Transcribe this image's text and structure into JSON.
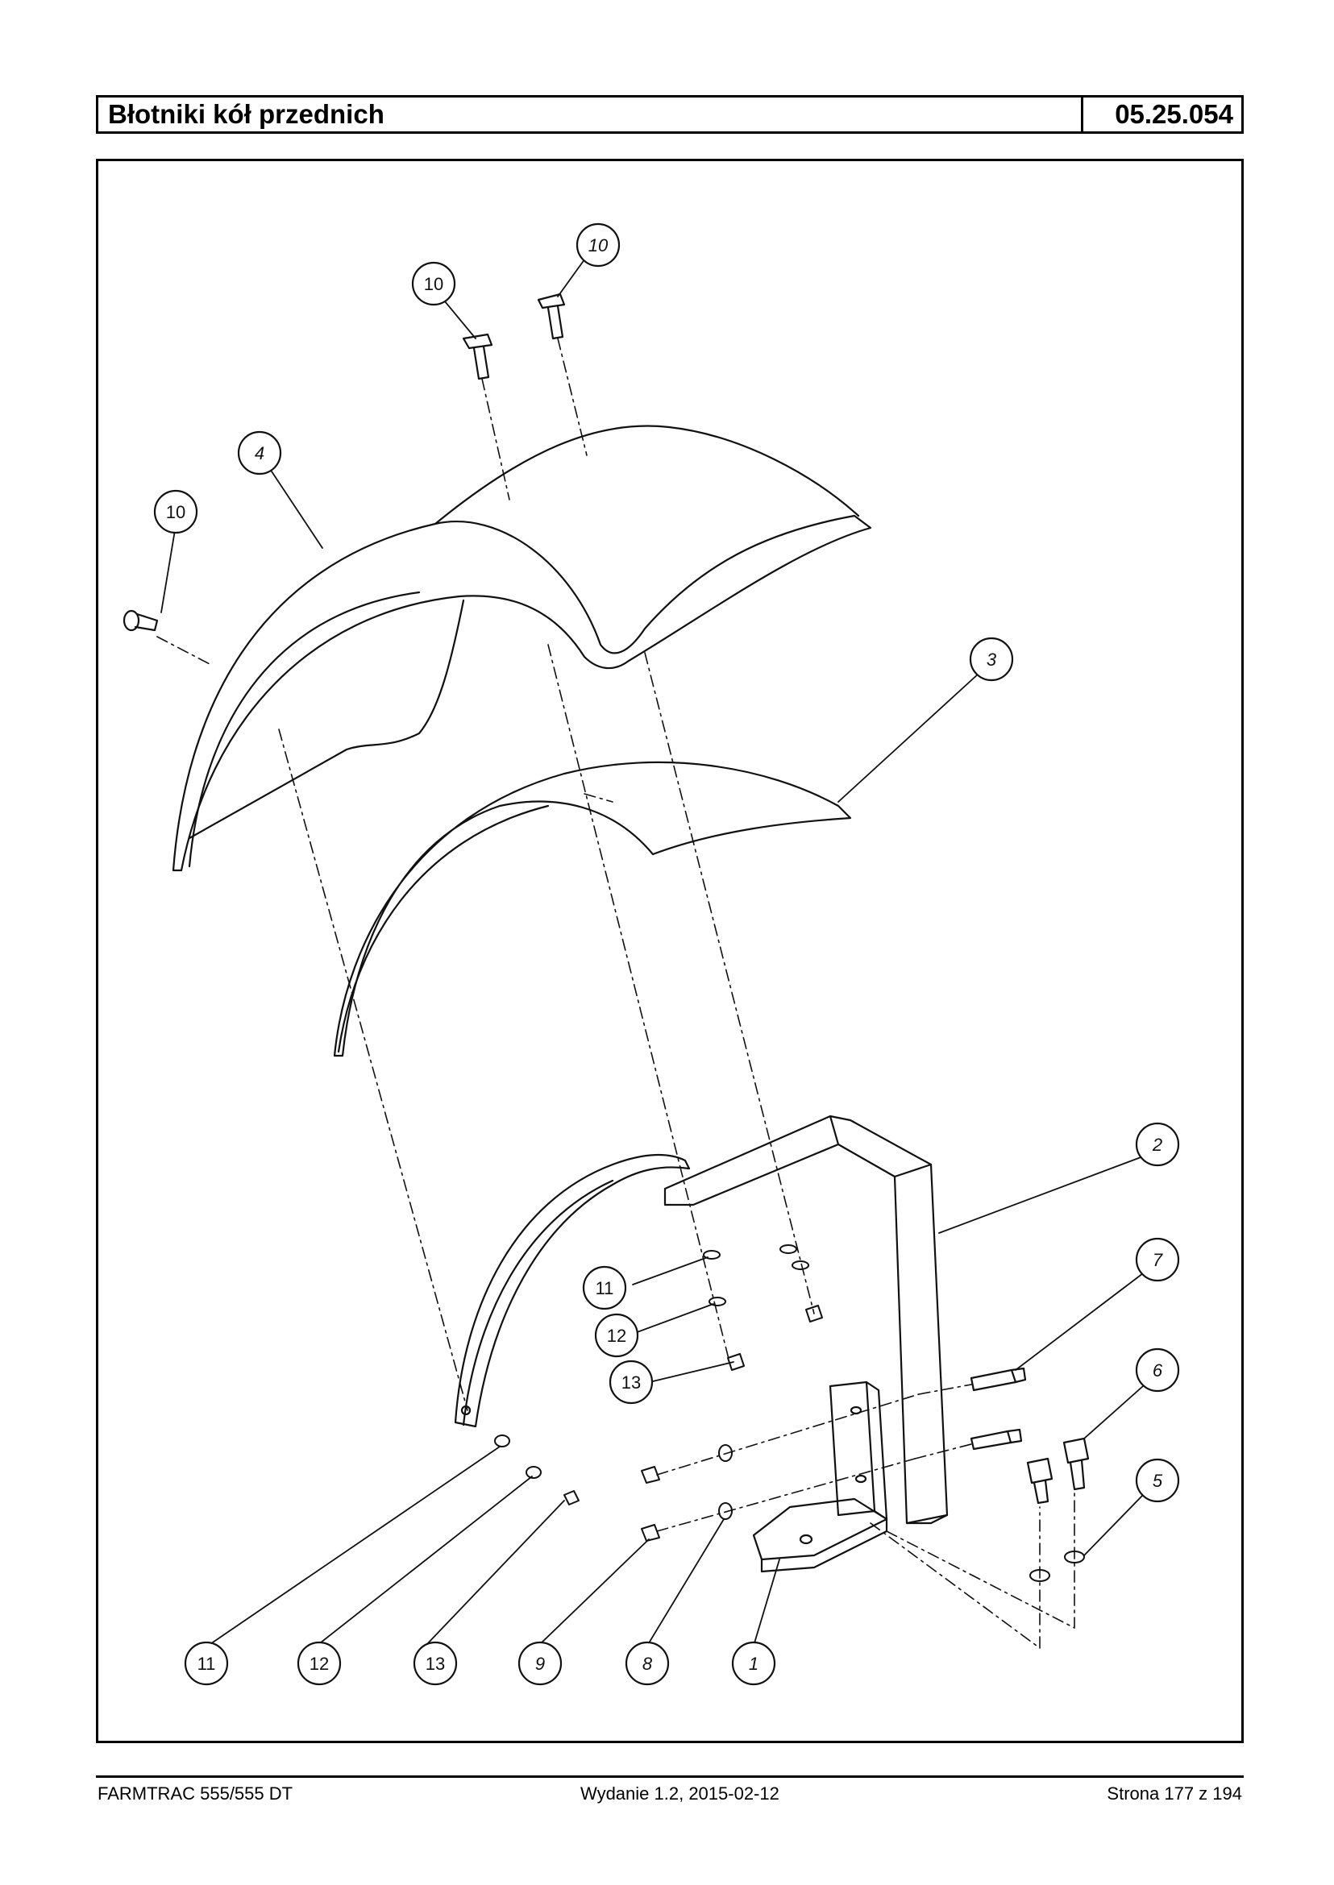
{
  "header": {
    "title": "Błotniki kół przednich",
    "code": "05.25.054"
  },
  "callouts": [
    {
      "id": "c-10a",
      "label": "10",
      "italic": true
    },
    {
      "id": "c-10b",
      "label": "10",
      "italic": false
    },
    {
      "id": "c-10c",
      "label": "10",
      "italic": false
    },
    {
      "id": "c-4",
      "label": "4",
      "italic": true
    },
    {
      "id": "c-3",
      "label": "3",
      "italic": true
    },
    {
      "id": "c-2",
      "label": "2",
      "italic": true
    },
    {
      "id": "c-7",
      "label": "7",
      "italic": true
    },
    {
      "id": "c-6",
      "label": "6",
      "italic": true
    },
    {
      "id": "c-5",
      "label": "5",
      "italic": true
    },
    {
      "id": "c-11a",
      "label": "11",
      "italic": false
    },
    {
      "id": "c-12a",
      "label": "12",
      "italic": false
    },
    {
      "id": "c-13a",
      "label": "13",
      "italic": false
    },
    {
      "id": "c-11b",
      "label": "11",
      "italic": false
    },
    {
      "id": "c-12b",
      "label": "12",
      "italic": false
    },
    {
      "id": "c-13b",
      "label": "13",
      "italic": false
    },
    {
      "id": "c-9",
      "label": "9",
      "italic": true
    },
    {
      "id": "c-8",
      "label": "8",
      "italic": true
    },
    {
      "id": "c-1",
      "label": "1",
      "italic": true
    }
  ],
  "footer": {
    "left": "FARMTRAC 555/555 DT",
    "center": "Wydanie 1.2,  2015-02-12",
    "right": "Strona 177 z 194"
  }
}
